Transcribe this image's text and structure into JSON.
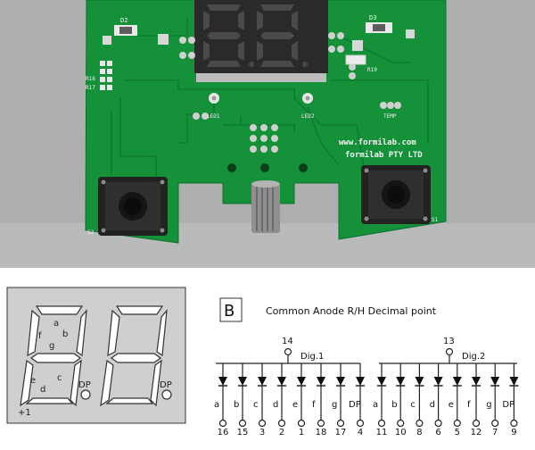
{
  "photo": {
    "left_labels": [
      "D2",
      "R18",
      "R17"
    ],
    "right_labels": [
      "D3",
      "R19"
    ],
    "led_labels": [
      "LED1",
      "LED2"
    ],
    "temp_label": "TEMP",
    "url": "www.formilab.com",
    "company": "formilab PTY LTD",
    "switch_labels": [
      "S2",
      "S1"
    ],
    "colors": {
      "pcb": "#15913a",
      "pcb_dark": "#0e6e2b",
      "table": "#aeb0b0",
      "pad": "#d8d8d8",
      "silk": "#f2f2f2"
    }
  },
  "display_outline": {
    "segment_labels": [
      "a",
      "b",
      "f",
      "g",
      "e",
      "c",
      "d"
    ],
    "dp_labels": [
      "DP",
      "DP"
    ],
    "pin1_label": "+1",
    "colors": {
      "background": "#cfcfcf",
      "segment": "#ffffff",
      "outline": "#333333"
    }
  },
  "schematic": {
    "badge": "B",
    "title": "Common Anode R/H Decimal point",
    "digits": [
      {
        "common_pin": "14",
        "label": "Dig.1",
        "segments": [
          "a",
          "b",
          "c",
          "d",
          "e",
          "f",
          "g",
          "DP"
        ],
        "pins": [
          "16",
          "15",
          "3",
          "2",
          "1",
          "18",
          "17",
          "4"
        ]
      },
      {
        "common_pin": "13",
        "label": "Dig.2",
        "segments": [
          "a",
          "b",
          "c",
          "d",
          "e",
          "f",
          "g",
          "DP"
        ],
        "pins": [
          "11",
          "10",
          "8",
          "6",
          "5",
          "12",
          "7",
          "9"
        ]
      }
    ]
  }
}
